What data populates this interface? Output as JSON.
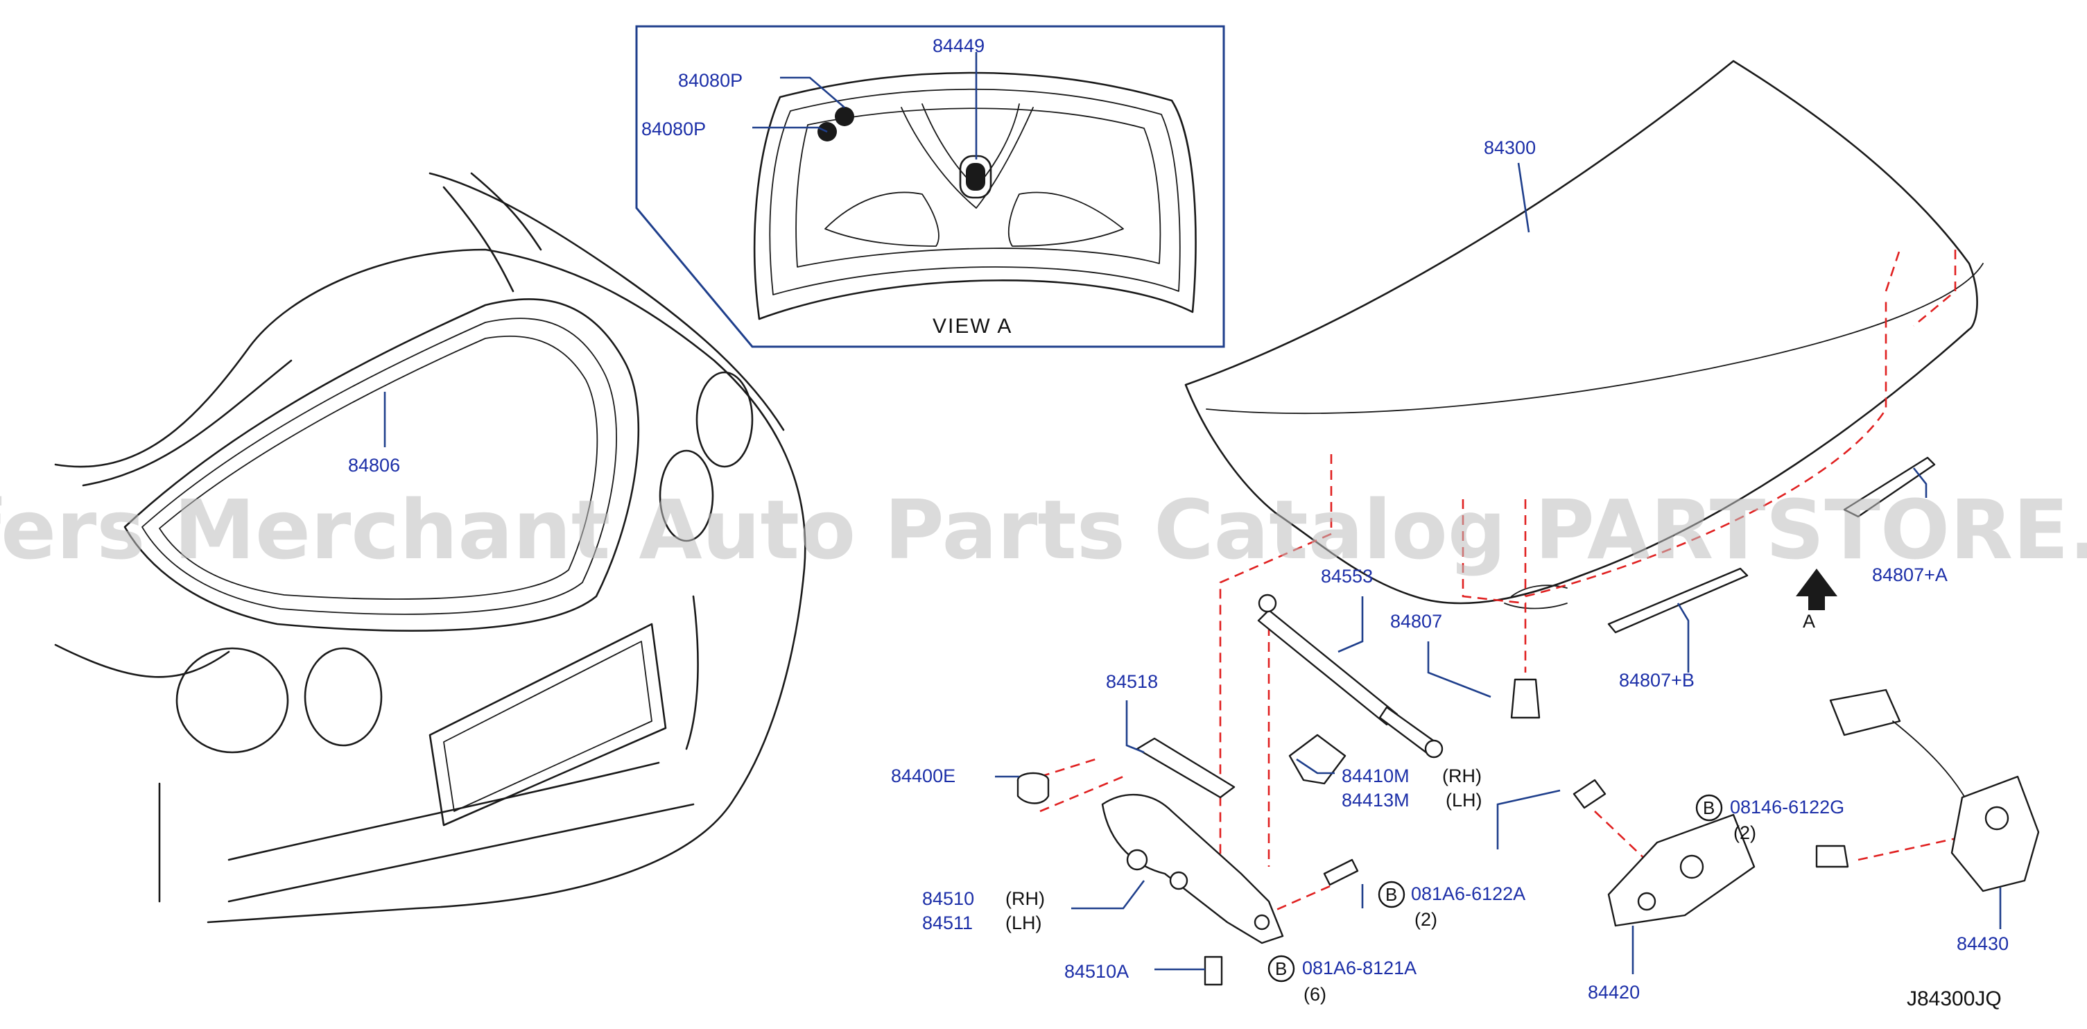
{
  "watermark": "Offers Merchant Auto Parts Catalog PARTSTORE.SA",
  "view": {
    "title": "VIEW A",
    "arrow_label": "A"
  },
  "diagram_code": "J84300JQ",
  "callouts": {
    "p84449": "84449",
    "p84080P_1": "84080P",
    "p84080P_2": "84080P",
    "p84300": "84300",
    "p84806": "84806",
    "p84553": "84553",
    "p84807": "84807",
    "p84807A": "84807+A",
    "p84807B": "84807+B",
    "p84518": "84518",
    "p84400E": "84400E",
    "p84410M": "84410M",
    "p84413M": "84413M",
    "p84510": "84510",
    "p84511": "84511",
    "p84510A": "84510A",
    "p84420": "84420",
    "p84430": "84430"
  },
  "bolts": {
    "b1": {
      "marker": "B",
      "code": "081A6-6122A",
      "qty": "(2)"
    },
    "b2": {
      "marker": "B",
      "code": "081A6-8121A",
      "qty": "(6)"
    },
    "b3": {
      "marker": "B",
      "code": "08146-6122G",
      "qty": "(2)"
    }
  },
  "side_labels": {
    "rh1": "(RH)",
    "lh1": "(LH)",
    "rh2": "(RH)",
    "lh2": "(LH)"
  }
}
